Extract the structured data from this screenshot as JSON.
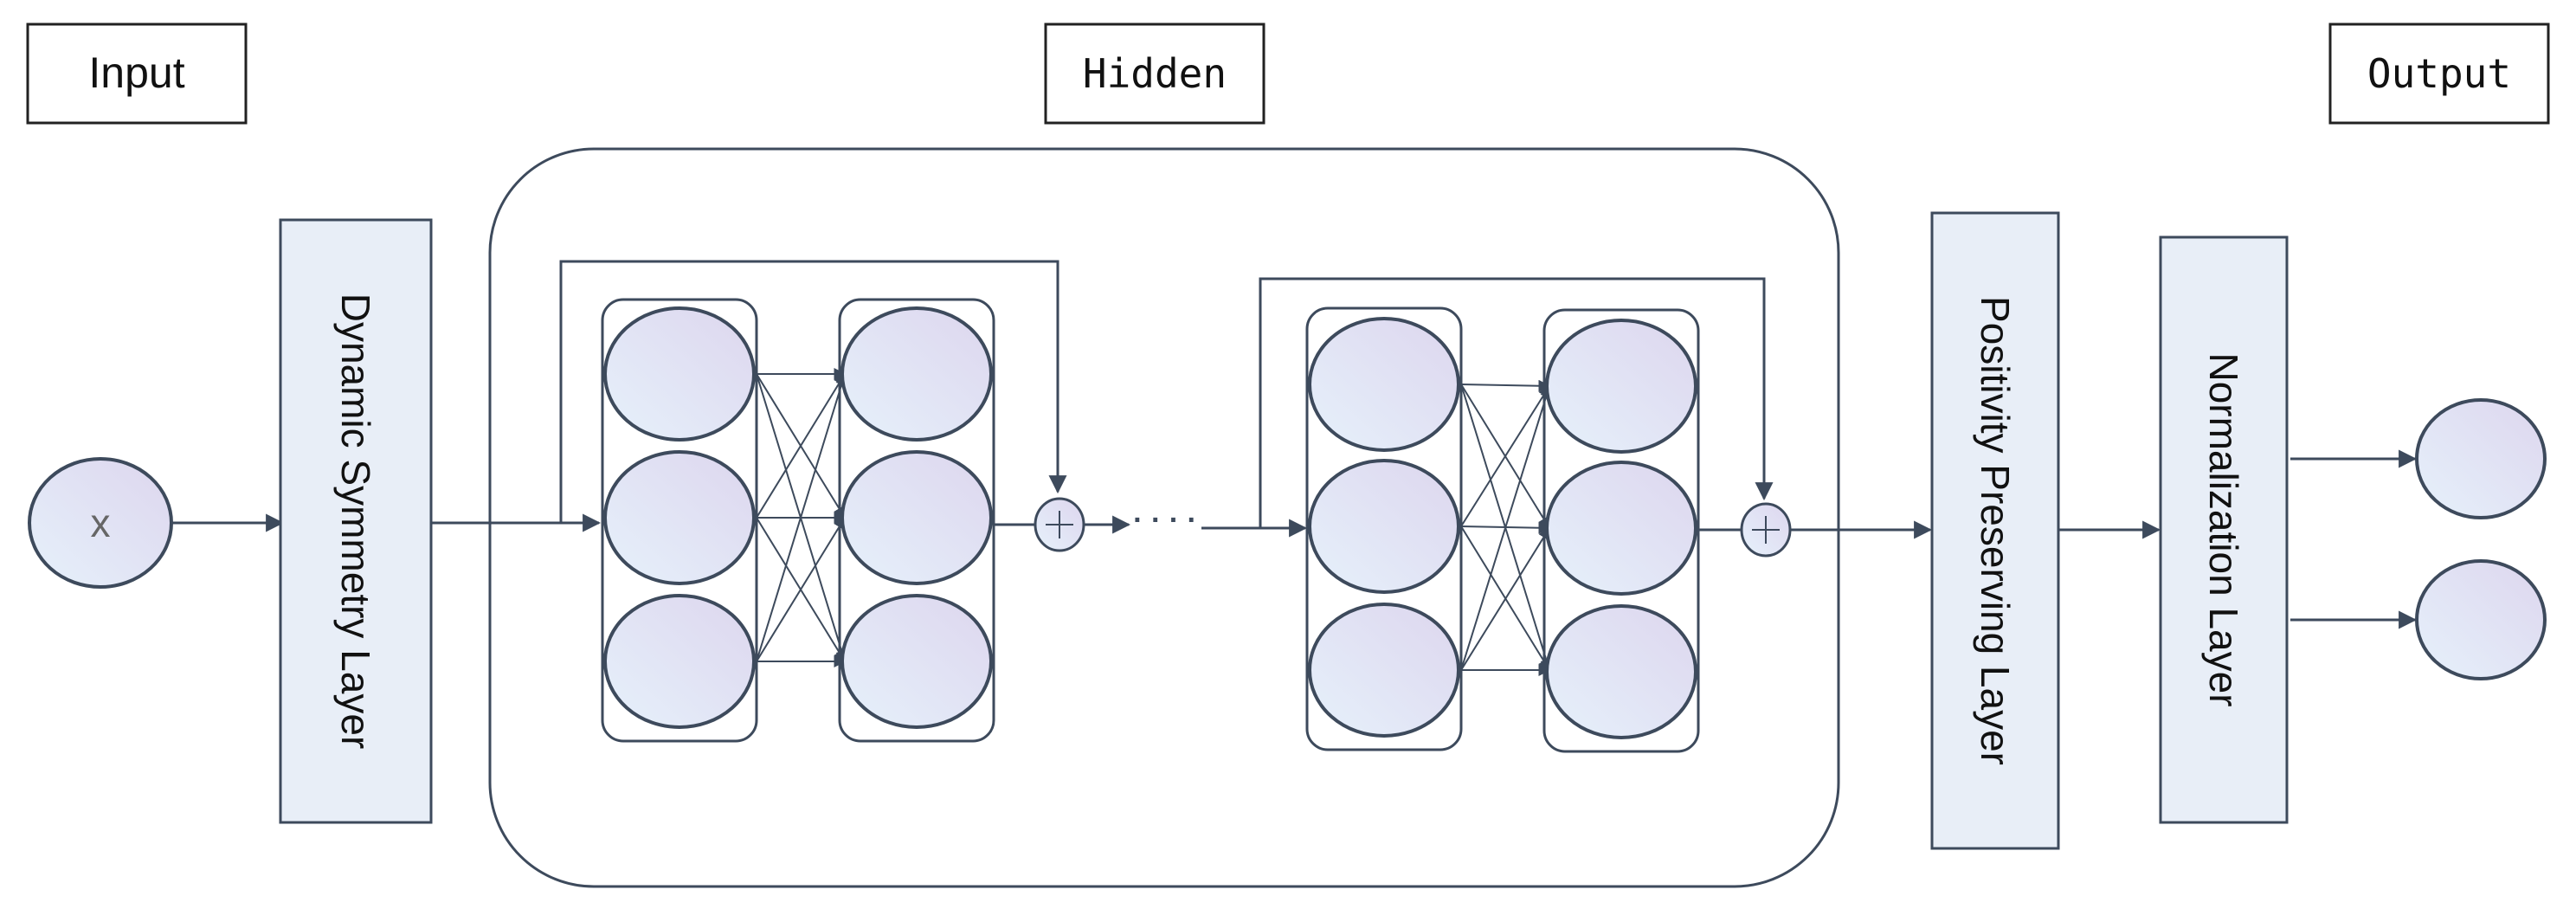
{
  "headers": {
    "input": "Input",
    "hidden": "Hidden",
    "output": "Output"
  },
  "input_node": {
    "label": "x"
  },
  "layers": {
    "dynamic_symmetry": "Dynamic Symmetry Layer",
    "positivity_preserving": "Positivity Preserving Layer",
    "normalization": "Normalization Layer"
  },
  "ellipsis": "· · · ·",
  "colors": {
    "stroke": "#3d4a5c",
    "layer_fill": "#e8eef7",
    "node_fill_light": "#e6f0fa",
    "node_fill_dark": "#ded8ee"
  },
  "icons": [
    "plus-circle-icon",
    "arrow-icon"
  ]
}
